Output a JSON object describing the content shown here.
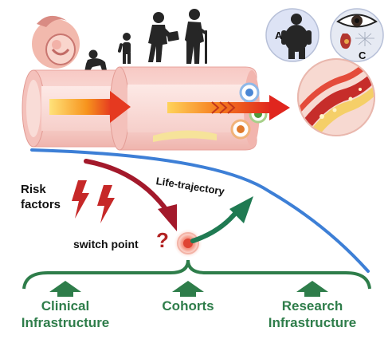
{
  "badges": {
    "obesity_letter": "A",
    "retina_letter": "C"
  },
  "labels": {
    "life_trajectory": "Life-trajectory",
    "risk_factors_line1": "Risk",
    "risk_factors_line2": "factors",
    "switch_point": "switch point",
    "question_mark": "?"
  },
  "infrastructure": {
    "clinical_line1": "Clinical",
    "clinical_line2": "Infrastructure",
    "cohorts": "Cohorts",
    "research_line1": "Research",
    "research_line2": "Infrastructure"
  },
  "colors": {
    "trajectory_blue": "#3d7fd6",
    "infra_green": "#2e7d4a",
    "risk_red": "#c62828",
    "arrow_dark_red": "#a3192b",
    "vessel_pink": "#f2b8b8",
    "plaque_yellow": "#f7d86a"
  },
  "icons": [
    "pregnancy-icon",
    "crawling-baby-icon",
    "toddler-icon",
    "walking-adult-icon",
    "elderly-with-cane-icon",
    "obesity-icon",
    "eye-kidney-icon",
    "artery-plaque-icon",
    "lightning-icon"
  ]
}
